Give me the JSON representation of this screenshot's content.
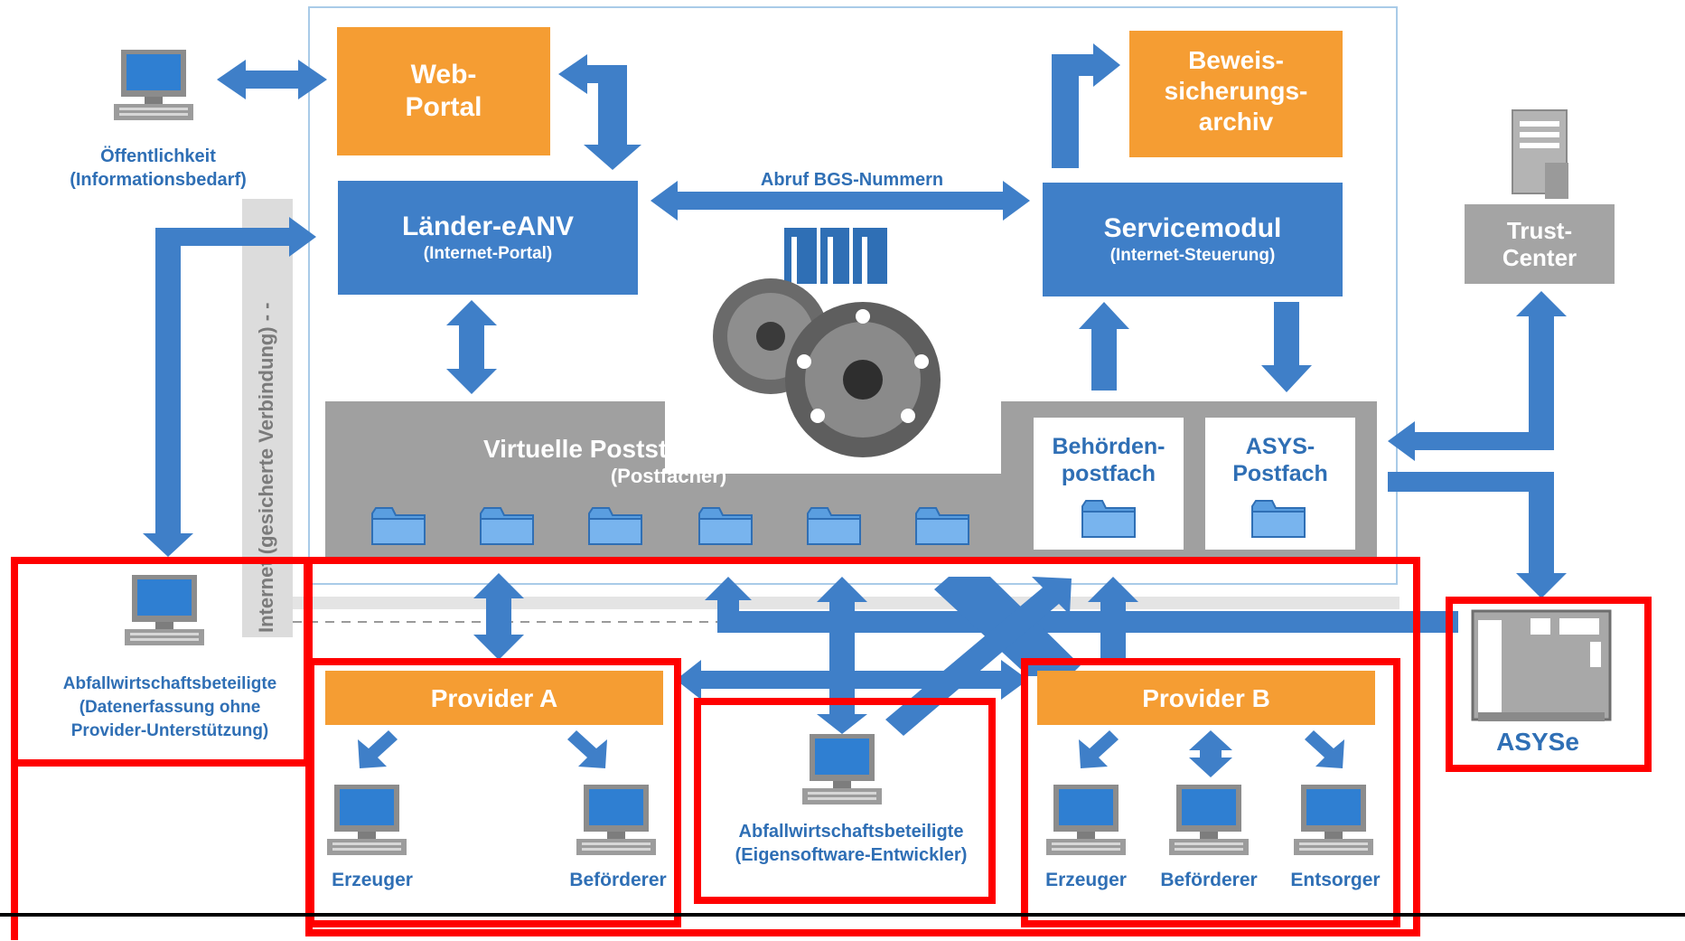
{
  "colors": {
    "blue": "#3f7fc8",
    "orange": "#f59d33",
    "grey": "#9a9a9a",
    "red": "#ff0000",
    "label_blue": "#2f6fb5"
  },
  "public": {
    "line1": "Öffentlichkeit",
    "line2": "(Informationsbedarf)"
  },
  "web_portal": {
    "line1": "Web-",
    "line2": "Portal"
  },
  "archive": {
    "line1": "Beweis-",
    "line2": "sicherungs-",
    "line3": "archiv"
  },
  "laender": {
    "title": "Länder-eANV",
    "subtitle": "(Internet-Portal)"
  },
  "service": {
    "title": "Servicemodul",
    "subtitle": "(Internet-Steuerung)"
  },
  "abruf": "Abruf BGS-Nummern",
  "trust": {
    "line1": "Trust-",
    "line2": "Center"
  },
  "internet_label": "Internet (gesicherte Verbindung) - -",
  "virtual": {
    "title": "Virtuelle Poststelle",
    "subtitle": "(Postfächer)"
  },
  "behoerden": {
    "line1": "Behörden-",
    "line2": "postfach"
  },
  "asys_box": {
    "line1": "ASYS-",
    "line2": "Postfach"
  },
  "left_party": {
    "line1": "Abfallwirtschaftsbeteiligte",
    "line2": "(Datenerfassung ohne",
    "line3": "Provider-Unterstützung)"
  },
  "provider_a": {
    "title": "Provider A",
    "clients": [
      "Erzeuger",
      "Beförderer"
    ]
  },
  "middle_party": {
    "line1": "Abfallwirtschaftsbeteiligte",
    "line2": "(Eigensoftware-Entwickler)"
  },
  "provider_b": {
    "title": "Provider B",
    "clients": [
      "Erzeuger",
      "Beförderer",
      "Entsorger"
    ]
  },
  "asyse": "ASYSe"
}
